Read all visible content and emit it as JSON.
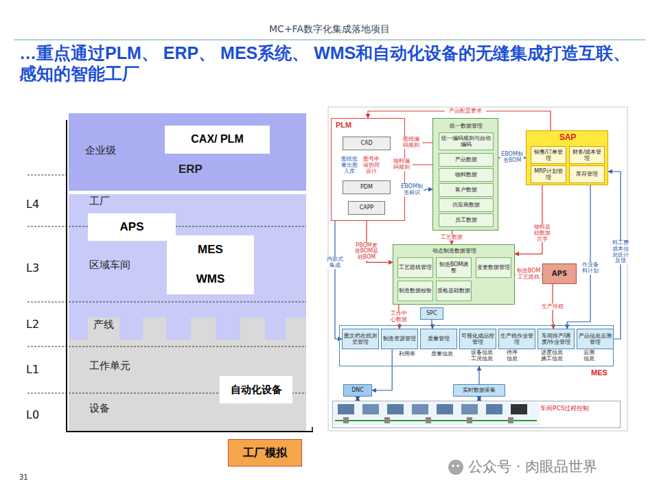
{
  "diagram": {
    "title": "…重点通过PLM、 ERP、 MES系统、 WMS和自动化设备的无缝集成打造互联、感知的智能工厂",
    "nodes": [
      {
        "text": [
          "企业级",
          "ERP"
        ]
      },
      {
        "text": [
          "CAX/ PLM"
        ],
        "in": 0
      },
      {
        "text": [
          "工厂",
          "区域车间"
        ]
      },
      {
        "text": [
          "APS"
        ],
        "in": 2
      },
      {
        "text": [
          "MES"
        ],
        "in": 2
      },
      {
        "text": [
          "WMS"
        ],
        "in": 2
      },
      {
        "text": [
          "产线",
          "工作单元",
          "设备"
        ]
      },
      {
        "text": [
          "自动化设备"
        ],
        "in": 6
      },
      {
        "text": [
          "工厂模拟"
        ]
      },
      {
        "text": [
          "PLM"
        ]
      },
      {
        "text": [
          "CAD"
        ],
        "in": 9
      },
      {
        "text": [
          "PDM"
        ],
        "in": 9
      },
      {
        "text": [
          "CAPP"
        ],
        "in": 9
      },
      {
        "text": [
          "统一数据管理"
        ]
      },
      {
        "text": [
          "统一编码规则与自动编码"
        ],
        "in": 13
      },
      {
        "text": [
          "产品数据"
        ],
        "in": 13
      },
      {
        "text": [
          "物料数据"
        ],
        "in": 13
      },
      {
        "text": [
          "客户数据"
        ],
        "in": 13
      },
      {
        "text": [
          "供应商数据"
        ],
        "in": 13
      },
      {
        "text": [
          "员工数据"
        ],
        "in": 13
      },
      {
        "text": [
          "SAP"
        ]
      },
      {
        "text": [
          "销售/订单管理"
        ],
        "in": 20
      },
      {
        "text": [
          "财务/成本管理"
        ],
        "in": 20
      },
      {
        "text": [
          "MRP计划管理"
        ],
        "in": 20
      },
      {
        "text": [
          "库存管理"
        ],
        "in": 20
      },
      {
        "text": [
          "动态制造数据管理"
        ]
      },
      {
        "text": [
          "工艺路线管理"
        ],
        "in": 25
      },
      {
        "text": [
          "制造BOM调整"
        ],
        "in": 25
      },
      {
        "text": [
          "变更数据管理"
        ],
        "in": 25
      },
      {
        "text": [
          "制造数据校验"
        ],
        "in": 25
      },
      {
        "text": [
          "质检基础数据"
        ],
        "in": 25
      },
      {
        "text": [
          "APS"
        ]
      },
      {
        "text": [
          "SPC"
        ]
      },
      {
        "text": [
          "MES"
        ]
      },
      {
        "text": [
          "图文档在线浏览管理"
        ],
        "in": 33
      },
      {
        "text": [
          "制造资源管理"
        ],
        "in": 33
      },
      {
        "text": [
          "质量管理"
        ],
        "in": 33
      },
      {
        "text": [
          "可视化成品控管理"
        ],
        "in": 33
      },
      {
        "text": [
          "生产线作业管理"
        ],
        "in": 33
      },
      {
        "text": [
          "车间排产/调度/作业管理"
        ],
        "in": 33
      },
      {
        "text": [
          "产品信息追溯管理"
        ],
        "in": 33
      },
      {
        "text": [
          "DNC"
        ]
      },
      {
        "text": [
          "实时数据采集"
        ]
      },
      {
        "text": [
          "车间PCS过程控制"
        ]
      }
    ],
    "edges": [
      {
        "from": 20,
        "to": 9,
        "label": "产品配置要求",
        "arrow": "to"
      },
      {
        "from": 10,
        "to": 11,
        "label": "图纸批量出图入库",
        "arrow": "to"
      },
      {
        "from": 11,
        "to": 10,
        "label": "图号申请协同设计",
        "arrow": "to"
      },
      {
        "from": 11,
        "to": 12,
        "arrow": "none"
      },
      {
        "from": 13,
        "to": 10,
        "label": "图纸编码规则",
        "arrow": "to"
      },
      {
        "from": 13,
        "to": 11,
        "label": "物料编码规则",
        "arrow": "to"
      },
      {
        "from": 11,
        "to": 13,
        "label": "EBOM制造标识",
        "arrow": "to"
      },
      {
        "from": 13,
        "to": 20,
        "label": "EBOM制造BOM",
        "arrow": "to"
      },
      {
        "from": 20,
        "to": 25,
        "label": "物料基础数据共享",
        "arrow": "to"
      },
      {
        "from": 25,
        "to": 31,
        "label": "制造BOM工艺路线",
        "arrow": "to"
      },
      {
        "from": 20,
        "to": 39,
        "label": "作业备料计划",
        "arrow": "to"
      },
      {
        "from": 40,
        "to": 20,
        "label": "料工费成本信息统计反馈",
        "arrow": "to"
      },
      {
        "from": 31,
        "to": 39,
        "label": "生产排程",
        "arrow": "to"
      },
      {
        "from": 11,
        "to": 34,
        "label": "内嵌式集成",
        "arrow": "to"
      },
      {
        "from": 35,
        "to": 41,
        "arrow": "to"
      },
      {
        "from": 41,
        "to": 43,
        "arrow": "both"
      },
      {
        "from": 42,
        "to": 43,
        "arrow": "both"
      },
      {
        "from": 42,
        "to": 33,
        "arrow": "to"
      },
      {
        "from": 32,
        "to": 36,
        "arrow": "to"
      },
      {
        "from": 25,
        "to": 35,
        "label": "工作中心数据",
        "arrow": "to"
      },
      {
        "from": 12,
        "to": 25,
        "label": "PBOM更改BOM基础BOM",
        "arrow": "to"
      },
      {
        "from": 13,
        "to": 25,
        "label": "工艺数据",
        "arrow": "to"
      }
    ],
    "labels": [
      "MC+FA数字化集成落地项目",
      "31",
      "公众号 · 肉眼品世界",
      "L4",
      "L3",
      "L2",
      "L1",
      "L0",
      "利用率",
      "质量信息",
      "设备信息工况信息",
      "待序信息",
      "进度信息施工信息",
      "追溯信息"
    ]
  }
}
